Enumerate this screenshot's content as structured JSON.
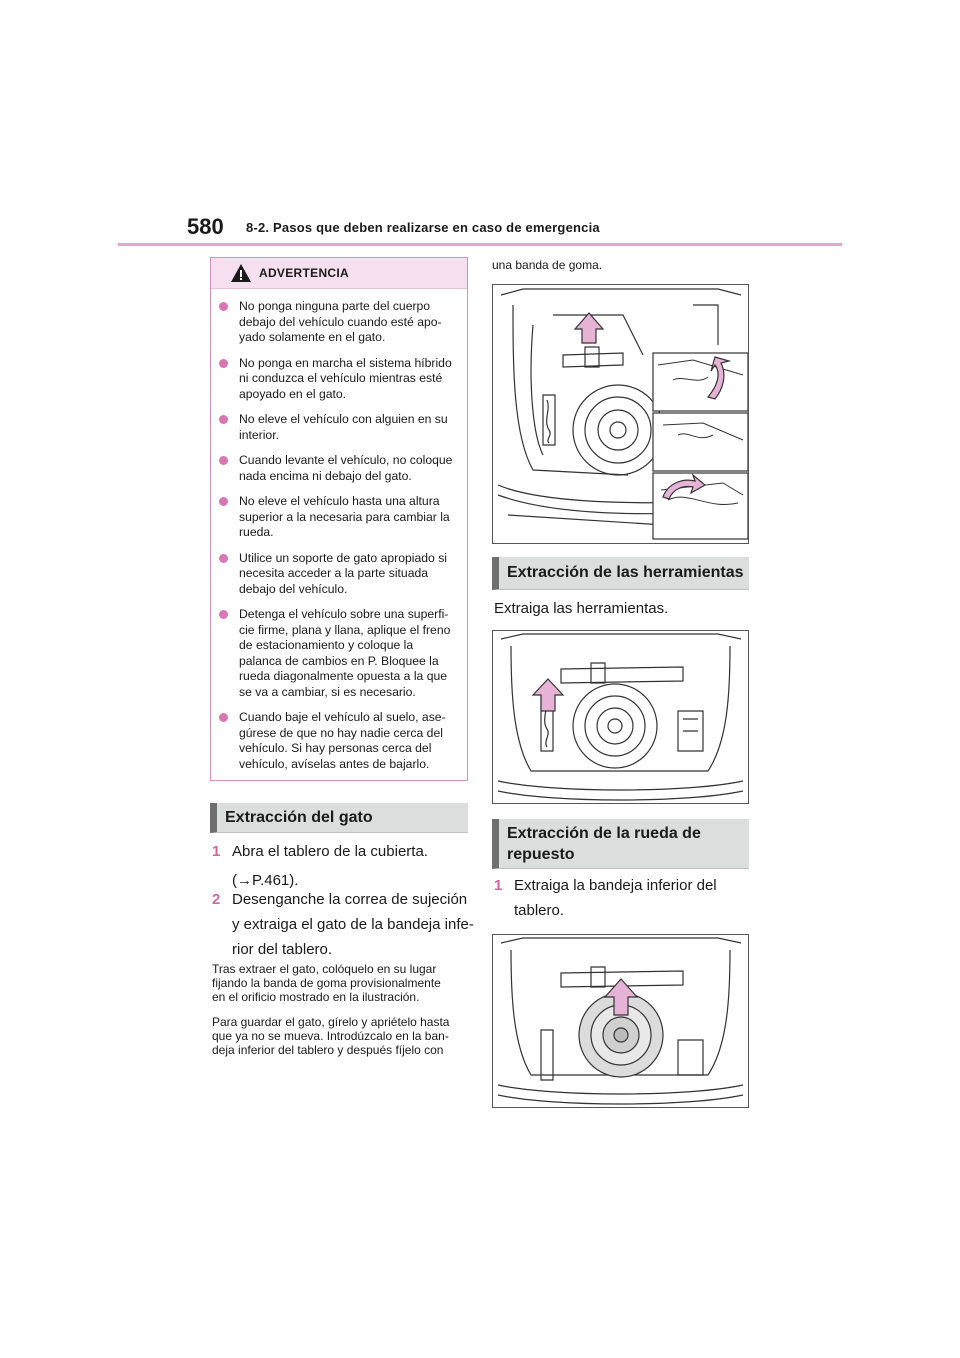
{
  "header": {
    "page_number": "580",
    "section": "8-2. Pasos que deben realizarse en caso de emergencia"
  },
  "warning": {
    "title": "ADVERTENCIA",
    "items": [
      "No ponga ninguna parte del cuerpo debajo del vehículo cuando esté apo-yado solamente en el gato.",
      "No ponga en marcha el sistema híbrido ni conduzca el vehículo mientras esté apoyado en el gato.",
      "No eleve el vehículo con alguien en su interior.",
      "Cuando levante el vehículo, no coloque nada encima ni debajo del gato.",
      "No eleve el vehículo hasta una altura superior a la necesaria para cambiar la rueda.",
      "Utilice un soporte de gato apropiado si necesita acceder a la parte situada debajo del vehículo.",
      "Detenga el vehículo sobre una superfi-cie firme, plana y llana, aplique el freno de estacionamiento y coloque la palanca de cambios en P. Bloquee la rueda diagonalmente opuesta a la que se va a cambiar, si es necesario.",
      "Cuando baje el vehículo al suelo, ase-gúrese de que no hay nadie cerca del vehículo. Si hay personas cerca del vehículo, avíselas antes de bajarlo."
    ]
  },
  "jack": {
    "heading": "Extracción del gato",
    "steps": [
      {
        "num": "1",
        "line1": "Abra el tablero de la cubierta.",
        "line2": "(→P.461)."
      },
      {
        "num": "2",
        "line1": "Desenganche la correa de sujeción",
        "line2": "y extraiga el gato de la bandeja infe-",
        "line3": "rior del tablero."
      }
    ],
    "note1": [
      "Tras extraer el gato, colóquelo en su lugar",
      "fijando la banda de goma provisionalmente",
      "en el orificio mostrado en la ilustración."
    ],
    "note2": [
      "Para guardar el gato, gírelo y apriételo hasta",
      "que ya no se mueva. Introdúzcalo en la ban-",
      "deja inferior del tablero y después fíjelo con"
    ],
    "note2_cont": "una banda de goma."
  },
  "tools": {
    "heading": "Extracción de las herramientas",
    "text": "Extraiga las herramientas."
  },
  "spare": {
    "heading_line1": "Extracción de la rueda de",
    "heading_line2": "repuesto",
    "step_num": "1",
    "step_line1": "Extraiga la bandeja inferior del",
    "step_line2": "tablero."
  },
  "colors": {
    "accent_pink": "#d977b5",
    "rule_pink": "#e7a6cf",
    "heading_gray": "#dcdddd",
    "arrow_fill": "#e6b3d6"
  }
}
